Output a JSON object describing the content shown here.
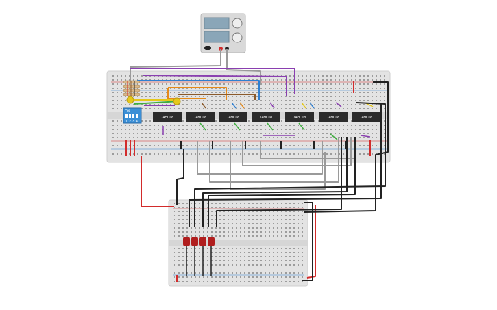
{
  "canvas": {
    "background": "#ffffff"
  },
  "power_supply": {
    "voltage_display": "",
    "current_display": "",
    "body_color": "#d9d9d9",
    "display_color": "#8aa6b8"
  },
  "dip_switch": {
    "label": "ON",
    "positions": [
      "1",
      "2",
      "3",
      "4"
    ],
    "color": "#3b8fd6"
  },
  "chips": [
    {
      "id": "u1",
      "label": "74HC08"
    },
    {
      "id": "u2",
      "label": "74HC08"
    },
    {
      "id": "u3",
      "label": "74HC08"
    },
    {
      "id": "u4",
      "label": "74HC08"
    },
    {
      "id": "u5",
      "label": "74HC08"
    },
    {
      "id": "u6",
      "label": "74HC08"
    },
    {
      "id": "u7",
      "label": "74HC08"
    }
  ],
  "leds": {
    "count": 4,
    "color": "#b01e1e"
  },
  "wire_colors": {
    "red": "#d22b2b",
    "black": "#222222",
    "gray": "#9a9a9a",
    "purple": "#8a3fb0",
    "blue": "#2f7fd1",
    "orange": "#e68a1a",
    "green": "#3fae3f",
    "yellow": "#e6c81a",
    "brown": "#8b5a2b"
  }
}
